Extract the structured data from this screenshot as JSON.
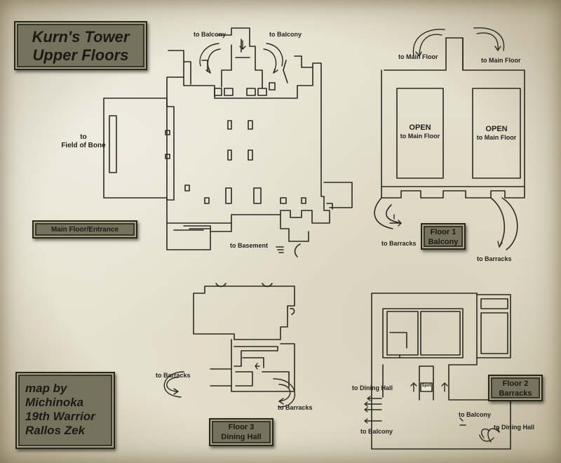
{
  "title": {
    "line1": "Kurn's Tower",
    "line2": "Upper Floors"
  },
  "credit": {
    "line1": "map by",
    "line2": "Michinoka",
    "line3": "19th Warrior",
    "line4": "Rallos Zek"
  },
  "sections": {
    "main_floor": "Main Floor/Entrance",
    "floor1": {
      "line1": "Floor 1",
      "line2": "Balcony"
    },
    "floor2": {
      "line1": "Floor 2",
      "line2": "Barracks"
    },
    "floor3": {
      "line1": "Floor 3",
      "line2": "Dining Hall"
    }
  },
  "labels": {
    "main": {
      "to_balcony_left": "to Balcony",
      "to_balcony_right": "to Balcony",
      "to_field": "to",
      "to_field2": "Field of Bone",
      "to_basement": "to Basement"
    },
    "floor1": {
      "to_main_left": "to Main Floor",
      "to_main_right": "to Main Floor",
      "open_left": "OPEN",
      "open_left_sub": "to Main Floor",
      "open_right": "OPEN",
      "open_right_sub": "to Main Floor",
      "to_barracks_left": "to Barracks",
      "to_barracks_right": "to Barracks"
    },
    "floor3": {
      "to_barracks_left": "to Barracks",
      "to_barracks_right": "to Barracks"
    },
    "floor2": {
      "to_dining_left": "to Dining Hall",
      "to_balcony_left": "to Balcony",
      "to_balcony_right": "to Balcony",
      "to_dining_right": "to Dining Hall",
      "spot_text": "Spot"
    }
  }
}
